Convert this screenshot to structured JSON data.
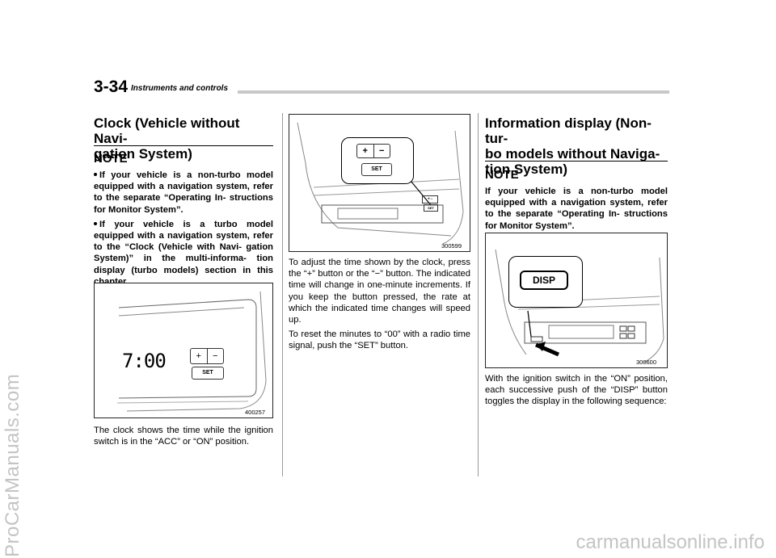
{
  "watermarks": {
    "left": "ProCarManuals.com",
    "bottom": "carmanualsonline.info"
  },
  "header": {
    "page_number": "3-34",
    "section_title": "Instruments and controls"
  },
  "col1": {
    "heading_line1": "Clock (Vehicle without Navi-",
    "heading_line2": "gation System)",
    "note_label": "NOTE",
    "note_bullets": [
      "If your vehicle is a non-turbo model equipped with a navigation system, refer to the separate “Operating In- structions for Monitor System”.",
      "If your vehicle is a turbo model equipped with a navigation system, refer to the “Clock (Vehicle with Navi- gation System)” in the multi-informa- tion display (turbo models) section in this chapter."
    ],
    "figure": {
      "clock_display": "7:00",
      "plus_label": "+",
      "minus_label": "−",
      "set_label": "SET",
      "figure_number": "400257"
    },
    "body": "The clock shows the time while the ignition switch is in the “ACC” or “ON” position."
  },
  "col2": {
    "figure": {
      "plus_label": "+",
      "minus_label": "−",
      "set_label": "SET",
      "figure_number": "300599"
    },
    "paragraphs": [
      "To adjust the time shown by the clock, press the “+” button or the “−” button. The indicated time will change in one-minute increments. If you keep the button pressed, the rate at which the indicated time changes will speed up.",
      "To reset the minutes to “00” with a radio time signal, push the “SET” button."
    ]
  },
  "col3": {
    "heading_line1": "Information display (Non-tur-",
    "heading_line2": "bo models without Naviga-",
    "heading_line3": "tion System)",
    "note_label": "NOTE",
    "note_text": "If your vehicle is a non-turbo model equipped with a navigation system, refer to the separate “Operating In- structions for Monitor System”.",
    "figure": {
      "disp_label": "DISP",
      "figure_number": "300600"
    },
    "body": "With the ignition switch in the “ON” position, each successive push of the “DISP” button toggles the display in the following sequence:"
  }
}
